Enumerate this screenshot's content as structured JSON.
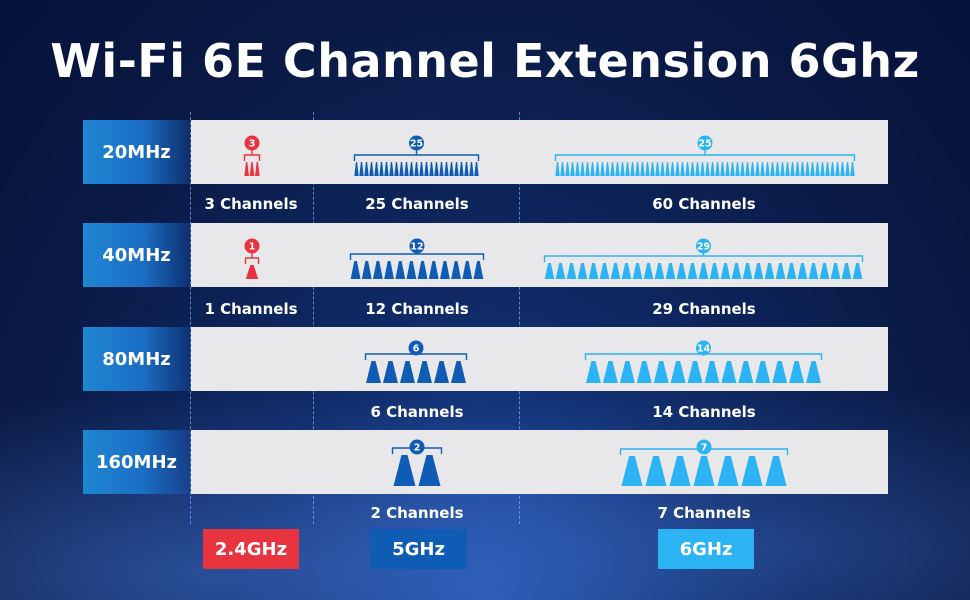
{
  "title": "Wi-Fi 6E Channel Extension 6Ghz",
  "bands": [
    {
      "label": "2.4GHz",
      "color": "#e8343e"
    },
    {
      "label": "5GHz",
      "color": "#0f5cb5"
    },
    {
      "label": "6GHz",
      "color": "#2bb3f3"
    }
  ],
  "rows": [
    {
      "width": "20MHz",
      "cells": [
        {
          "badge": "3",
          "channels": 3,
          "label": "3 Channels"
        },
        {
          "badge": "25",
          "channels": 25,
          "label": "25 Channels"
        },
        {
          "badge": "25",
          "channels": 60,
          "label": "60 Channels"
        }
      ]
    },
    {
      "width": "40MHz",
      "cells": [
        {
          "badge": "1",
          "channels": 1,
          "label": "1 Channels"
        },
        {
          "badge": "12",
          "channels": 12,
          "label": "12 Channels"
        },
        {
          "badge": "29",
          "channels": 29,
          "label": "29 Channels"
        }
      ]
    },
    {
      "width": "80MHz",
      "cells": [
        null,
        {
          "badge": "6",
          "channels": 6,
          "label": "6 Channels"
        },
        {
          "badge": "14",
          "channels": 14,
          "label": "14 Channels"
        }
      ]
    },
    {
      "width": "160MHz",
      "cells": [
        null,
        {
          "badge": "2",
          "channels": 2,
          "label": "2 Channels"
        },
        {
          "badge": "7",
          "channels": 7,
          "label": "7 Channels"
        }
      ]
    }
  ]
}
